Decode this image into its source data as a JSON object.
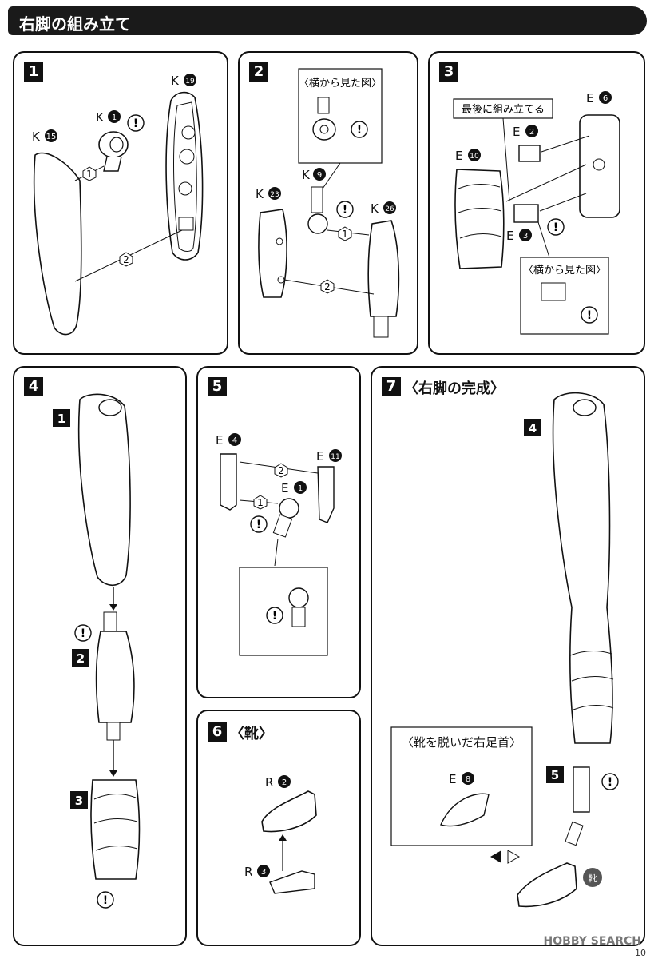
{
  "title": "右脚の組み立て",
  "steps": [
    {
      "num": "1"
    },
    {
      "num": "2"
    },
    {
      "num": "3"
    },
    {
      "num": "4"
    },
    {
      "num": "5"
    },
    {
      "num": "6",
      "title": "〈靴〉"
    },
    {
      "num": "7",
      "title": "〈右脚の完成〉"
    }
  ],
  "parts": {
    "s1": [
      "K",
      "15",
      "1",
      "19"
    ],
    "s2": [
      "K",
      "23",
      "9",
      "26"
    ],
    "s3": [
      "E",
      "10",
      "2",
      "6",
      "3"
    ],
    "s5": [
      "E",
      "4",
      "11",
      "1"
    ],
    "s6": [
      "R",
      "2",
      "3"
    ],
    "s7": [
      "E",
      "8"
    ]
  },
  "callouts": {
    "side_view": "〈横から見た図〉",
    "last_assemble": "最後に組み立てる",
    "ankle_no_shoe": "〈靴を脱いだ右足首〉",
    "shoe": "靴",
    "caution": "!"
  },
  "order_numbers": [
    "1",
    "2"
  ],
  "sub_steps_4": [
    "1",
    "2",
    "3"
  ],
  "sub_steps_7": [
    "4",
    "5"
  ],
  "watermark": "HOBBY SEARCH",
  "page_number": "10"
}
